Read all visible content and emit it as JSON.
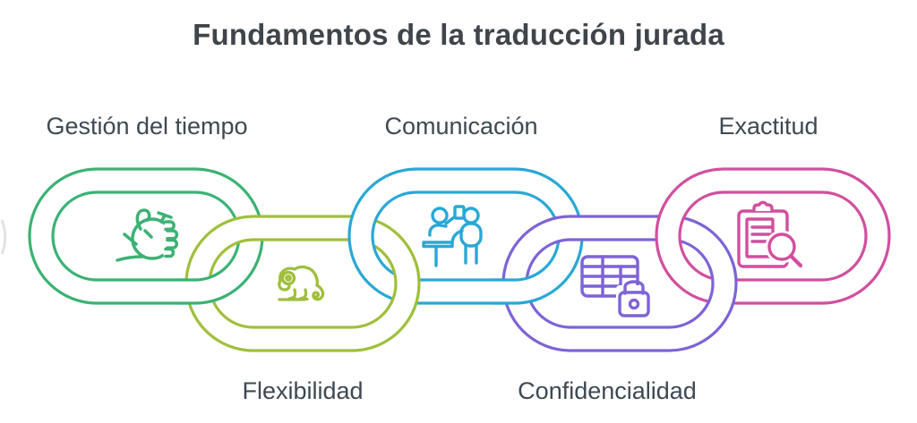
{
  "title": "Fundamentos de la traducción jurada",
  "links": [
    {
      "label": "Gestión del tiempo",
      "icon": "hand-stopwatch-icon",
      "color": "#3bb273",
      "position": "top"
    },
    {
      "label": "Flexibilidad",
      "icon": "chameleon-icon",
      "color": "#9fbf3b",
      "position": "bottom"
    },
    {
      "label": "Comunicación",
      "icon": "people-desk-icon",
      "color": "#29a8d6",
      "position": "top"
    },
    {
      "label": "Confidencialidad",
      "icon": "table-lock-icon",
      "color": "#7e63d6",
      "position": "bottom"
    },
    {
      "label": "Exactitud",
      "icon": "clipboard-magnifier-icon",
      "color": "#d14f9e",
      "position": "top"
    }
  ],
  "colors": {
    "background": "#ffffff",
    "title_text": "#3f454a",
    "label_text": "#3e4852",
    "edge_fragment": "#e2e2e2"
  }
}
